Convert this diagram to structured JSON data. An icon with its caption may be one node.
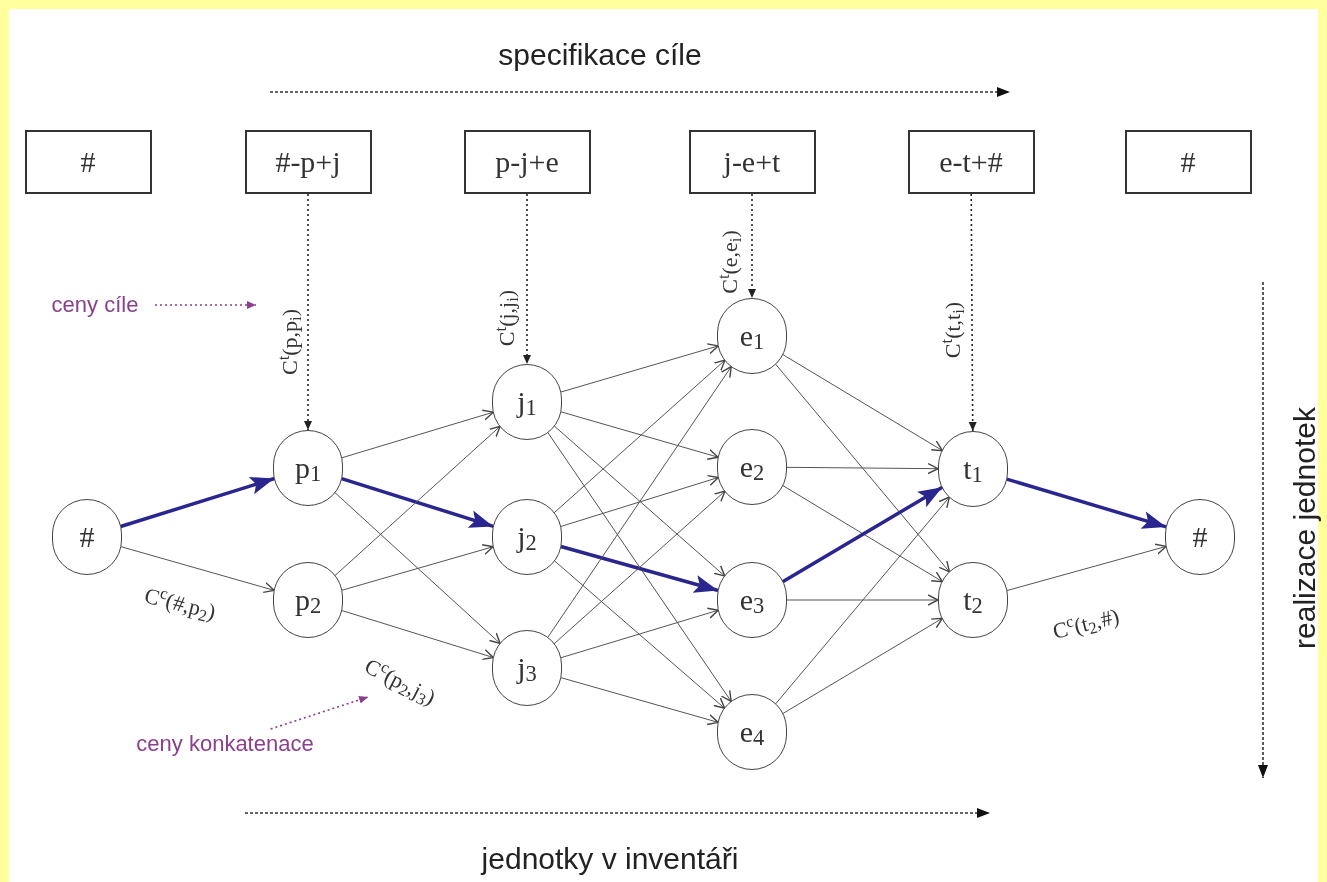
{
  "diagram": {
    "nodes": [
      {
        "text": [
          "#"
        ]
      },
      {
        "text": [
          "#-p+j"
        ]
      },
      {
        "text": [
          "p-j+e"
        ]
      },
      {
        "text": [
          "j-e+t"
        ]
      },
      {
        "text": [
          "e-t+#"
        ]
      },
      {
        "text": [
          "#"
        ]
      },
      {
        "text": [
          "ceny cíle"
        ]
      },
      {
        "text": [
          "#"
        ]
      },
      {
        "text": [
          "p$_{1}$"
        ]
      },
      {
        "text": [
          "p$_{2}$"
        ]
      },
      {
        "text": [
          "j$_{1}$"
        ]
      },
      {
        "text": [
          "j$_{2}$"
        ]
      },
      {
        "text": [
          "j$_{3}$"
        ]
      },
      {
        "text": [
          "e$_{1}$"
        ]
      },
      {
        "text": [
          "e$_{2}$"
        ]
      },
      {
        "text": [
          "e$_{3}$"
        ]
      },
      {
        "text": [
          "e$_{4}$"
        ]
      },
      {
        "text": [
          "t$_{1}$"
        ]
      },
      {
        "text": [
          "t$_{2}$"
        ]
      },
      {
        "text": [
          "#"
        ]
      },
      {
        "text": [
          "ceny konkatenace"
        ]
      }
    ],
    "edges": [
      {
        "from": 1,
        "to": 8,
        "arrow": "to",
        "style": "dashed",
        "color": "#222222",
        "label": "C$^{t}$(p,p$_{i}$)"
      },
      {
        "from": 2,
        "to": 10,
        "arrow": "to",
        "style": "dashed",
        "color": "#222222",
        "label": "C$^{t}$(j,j$_{i}$)"
      },
      {
        "from": 3,
        "to": 13,
        "arrow": "to",
        "style": "dashed",
        "color": "#222222",
        "label": "C$^{t}$(e,e$_{i}$)"
      },
      {
        "from": 4,
        "to": 17,
        "arrow": "to",
        "style": "dashed",
        "color": "#222222",
        "label": "C$^{t}$(t,t$_{i}$)"
      },
      {
        "from": 6,
        "to": null,
        "arrow": "to",
        "style": "dashed",
        "color": "#8a3f8c"
      },
      {
        "from": 7,
        "to": 8,
        "arrow": "to",
        "style": "thick",
        "color": "#2b2590"
      },
      {
        "from": 7,
        "to": 9,
        "arrow": "to",
        "label": "C$^{c}$(#,p$_{2}$)"
      },
      {
        "from": 8,
        "to": 10,
        "arrow": "to"
      },
      {
        "from": 8,
        "to": 11,
        "arrow": "to",
        "style": "thick",
        "color": "#2b2590"
      },
      {
        "from": 8,
        "to": 12,
        "arrow": "to"
      },
      {
        "from": 9,
        "to": 10,
        "arrow": "to"
      },
      {
        "from": 9,
        "to": 11,
        "arrow": "to"
      },
      {
        "from": 9,
        "to": 12,
        "arrow": "to",
        "label": "C$^{c}$(p$_{2}$,j$_{3}$)"
      },
      {
        "from": 10,
        "to": 13,
        "arrow": "to"
      },
      {
        "from": 10,
        "to": 14,
        "arrow": "to"
      },
      {
        "from": 10,
        "to": 15,
        "arrow": "to"
      },
      {
        "from": 10,
        "to": 16,
        "arrow": "to"
      },
      {
        "from": 11,
        "to": 13,
        "arrow": "to"
      },
      {
        "from": 11,
        "to": 14,
        "arrow": "to"
      },
      {
        "from": 11,
        "to": 15,
        "arrow": "to",
        "style": "thick",
        "color": "#2b2590"
      },
      {
        "from": 11,
        "to": 16,
        "arrow": "to"
      },
      {
        "from": 12,
        "to": 13,
        "arrow": "to"
      },
      {
        "from": 12,
        "to": 14,
        "arrow": "to"
      },
      {
        "from": 12,
        "to": 15,
        "arrow": "to"
      },
      {
        "from": 12,
        "to": 16,
        "arrow": "to"
      },
      {
        "from": 13,
        "to": 17,
        "arrow": "to"
      },
      {
        "from": 13,
        "to": 18,
        "arrow": "to"
      },
      {
        "from": 14,
        "to": 17,
        "arrow": "to"
      },
      {
        "from": 14,
        "to": 18,
        "arrow": "to"
      },
      {
        "from": 15,
        "to": 17,
        "arrow": "to",
        "style": "thick",
        "color": "#2b2590"
      },
      {
        "from": 15,
        "to": 18,
        "arrow": "to"
      },
      {
        "from": 16,
        "to": 17,
        "arrow": "to"
      },
      {
        "from": 16,
        "to": 18,
        "arrow": "to"
      },
      {
        "from": 17,
        "to": 19,
        "arrow": "to",
        "style": "thick",
        "color": "#2b2590"
      },
      {
        "from": 18,
        "to": 19,
        "arrow": "to",
        "label": "C$^{c}$(t$_{2}$,#)"
      },
      {
        "from": 20,
        "to": null,
        "arrow": "to",
        "style": "dashed",
        "color": "#8a3f8c"
      }
    ],
    "labels": [
      "specifikace cíle",
      "realizace jednotek",
      "jednotky v inventáři"
    ]
  }
}
